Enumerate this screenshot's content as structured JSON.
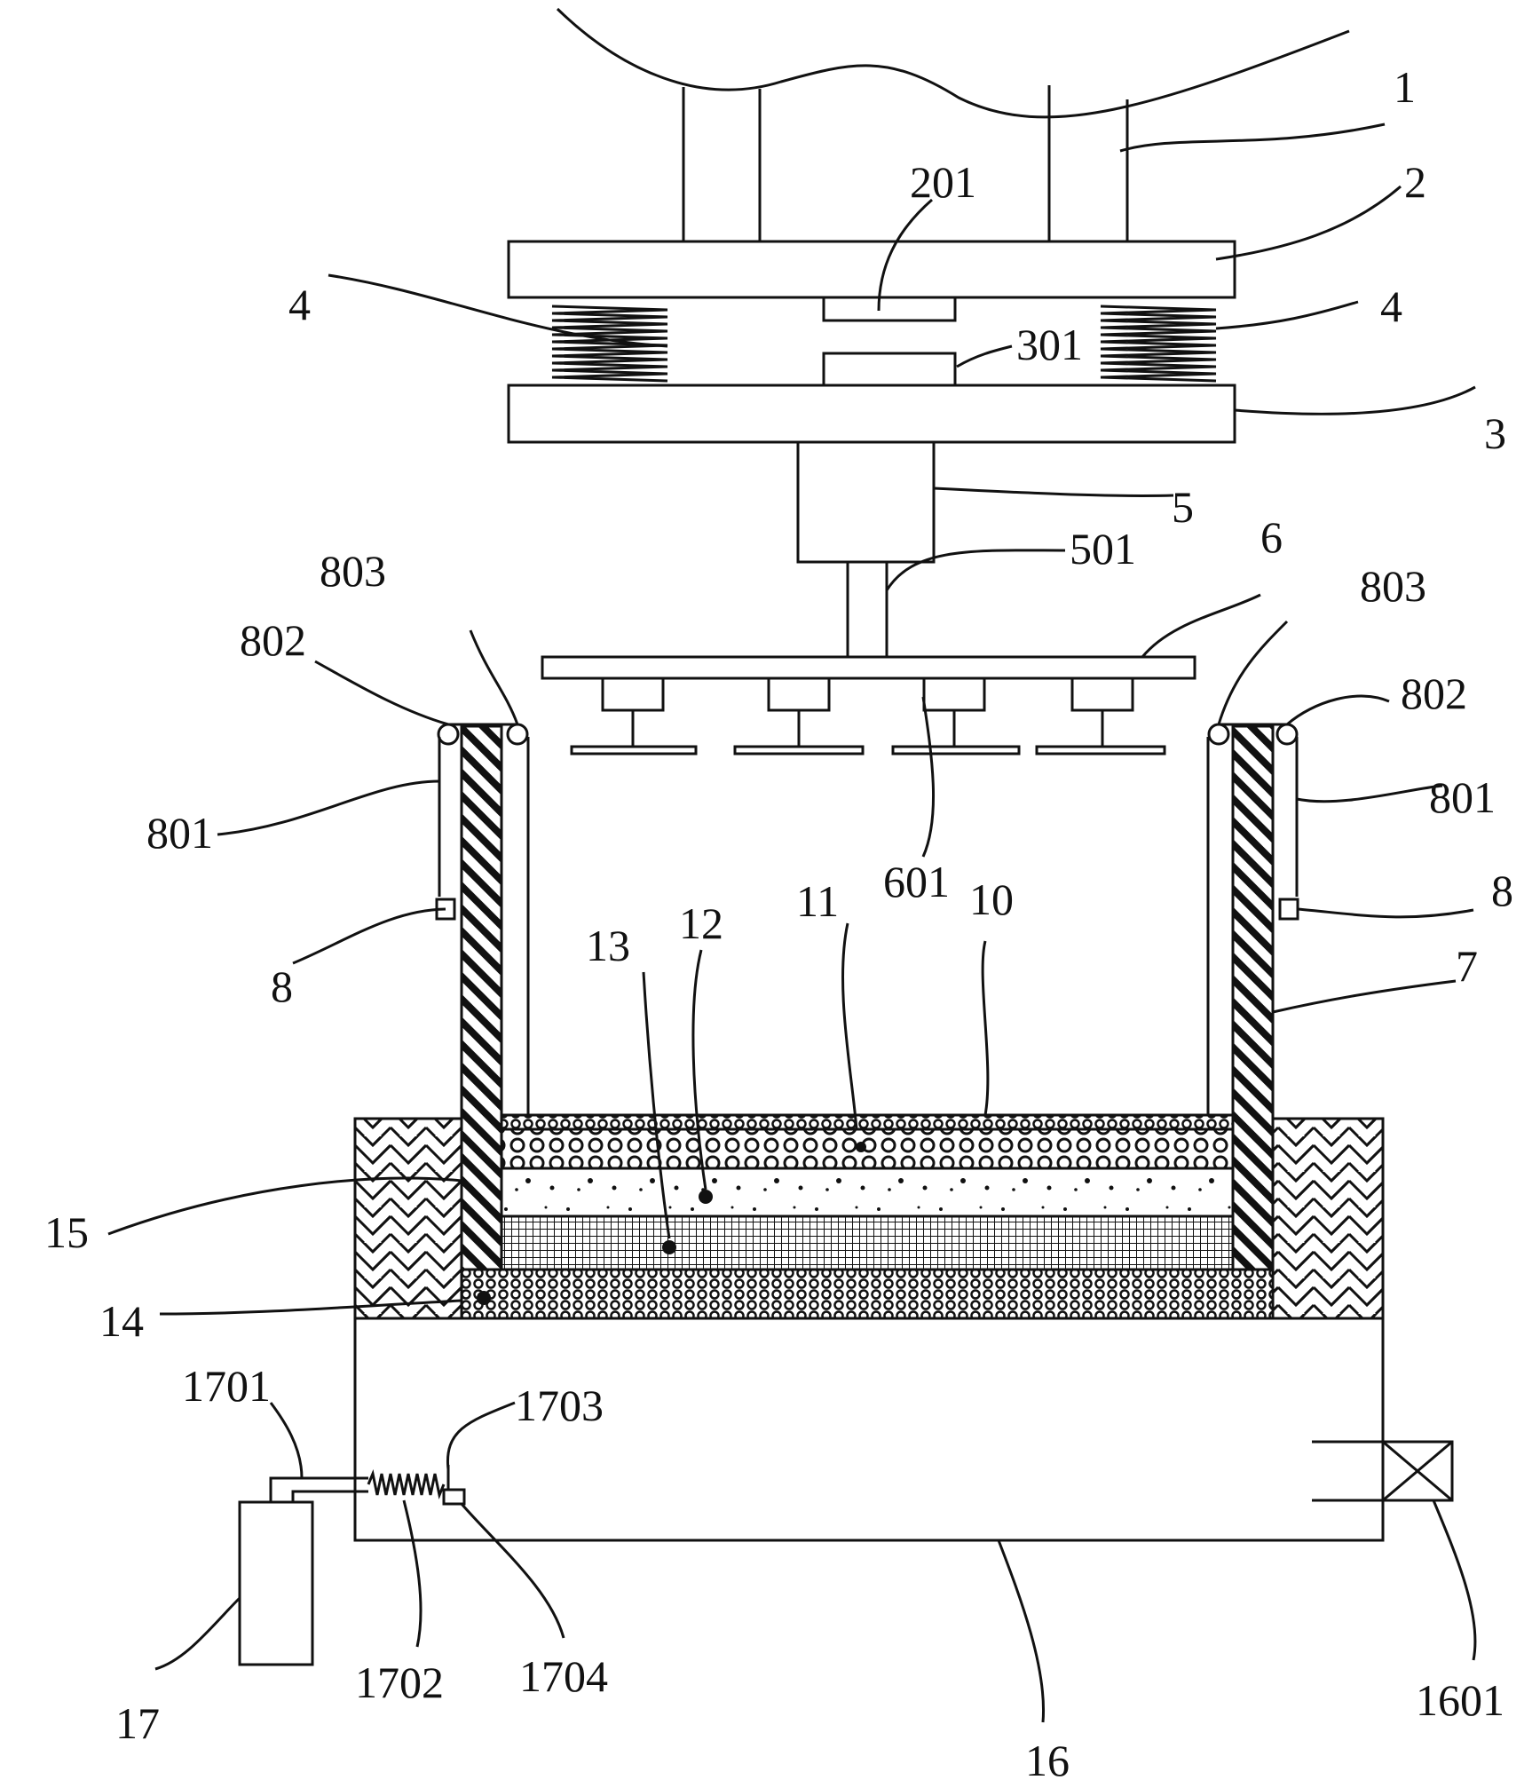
{
  "labels": {
    "l1": "1",
    "l2": "2",
    "l201": "201",
    "l3": "3",
    "l301": "301",
    "l4a": "4",
    "l4b": "4",
    "l5": "5",
    "l501": "501",
    "l6": "6",
    "l601": "601",
    "l7": "7",
    "l8a": "8",
    "l8b": "8",
    "l801a": "801",
    "l801b": "801",
    "l802a": "802",
    "l802b": "802",
    "l803a": "803",
    "l803b": "803",
    "l10": "10",
    "l11": "11",
    "l12": "12",
    "l13": "13",
    "l14": "14",
    "l15": "15",
    "l16": "16",
    "l1601": "1601",
    "l17": "17",
    "l1701": "1701",
    "l1702": "1702",
    "l1703": "1703",
    "l1704": "1704"
  }
}
